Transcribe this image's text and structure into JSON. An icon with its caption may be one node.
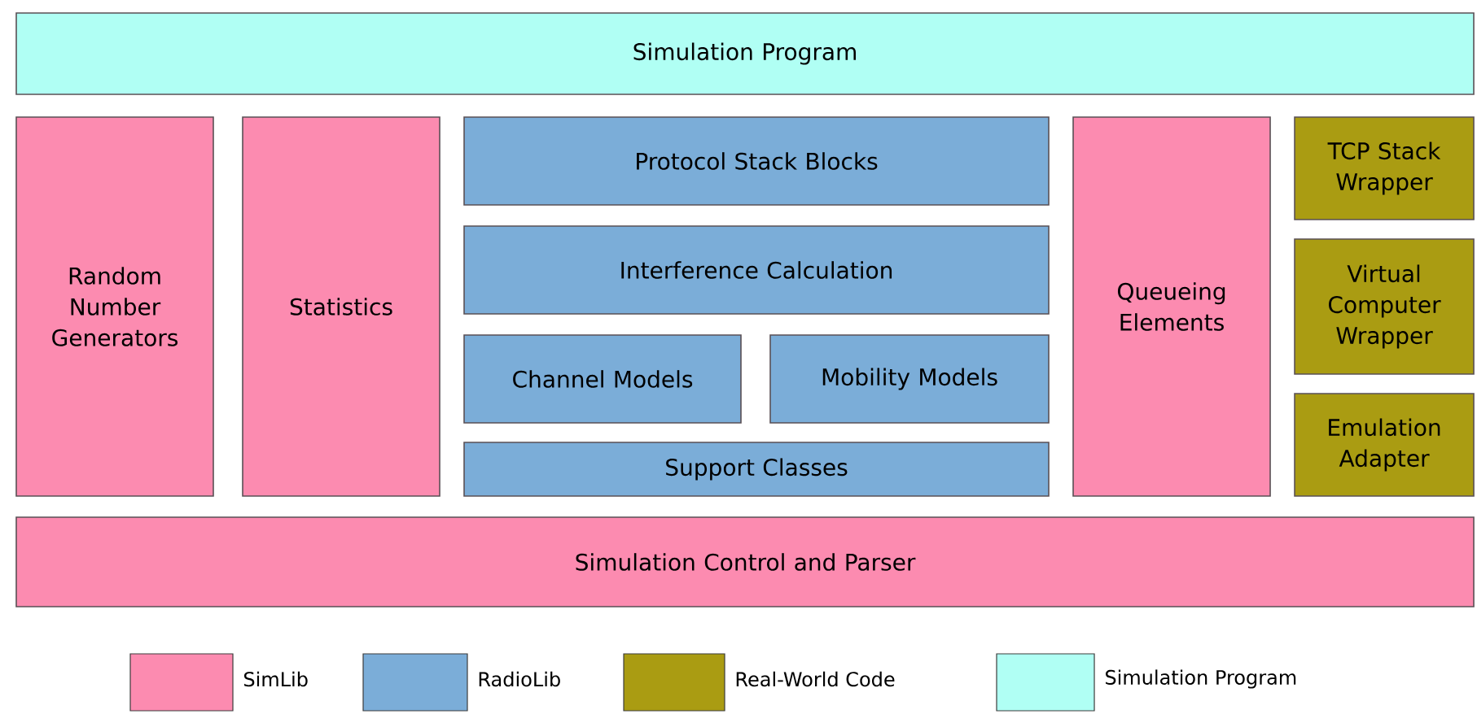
{
  "diagram": {
    "nodes": [
      {
        "text": [
          "Simulation Program"
        ]
      },
      {
        "text": [
          "Random Number Generators"
        ]
      },
      {
        "text": [
          "Statistics"
        ]
      },
      {
        "text": [
          "Protocol Stack Blocks"
        ]
      },
      {
        "text": [
          "Interference Calculation"
        ]
      },
      {
        "text": [
          "Channel Models"
        ]
      },
      {
        "text": [
          "Mobility Models"
        ]
      },
      {
        "text": [
          "Support Classes"
        ]
      },
      {
        "text": [
          "Queueing Elements"
        ]
      },
      {
        "text": [
          "TCP Stack Wrapper"
        ]
      },
      {
        "text": [
          "Virtual Computer Wrapper"
        ]
      },
      {
        "text": [
          "Emulation Adapter"
        ]
      },
      {
        "text": [
          "Simulation Control and Parser"
        ]
      }
    ],
    "legend": [
      {
        "text": "SimLib",
        "color": "#fc8bb0"
      },
      {
        "text": "RadioLib",
        "color": "#7badd8"
      },
      {
        "text": "Real-World Code",
        "color": "#aa9c12"
      },
      {
        "text": "Simulation Program",
        "color": "#b0fff4"
      }
    ]
  }
}
